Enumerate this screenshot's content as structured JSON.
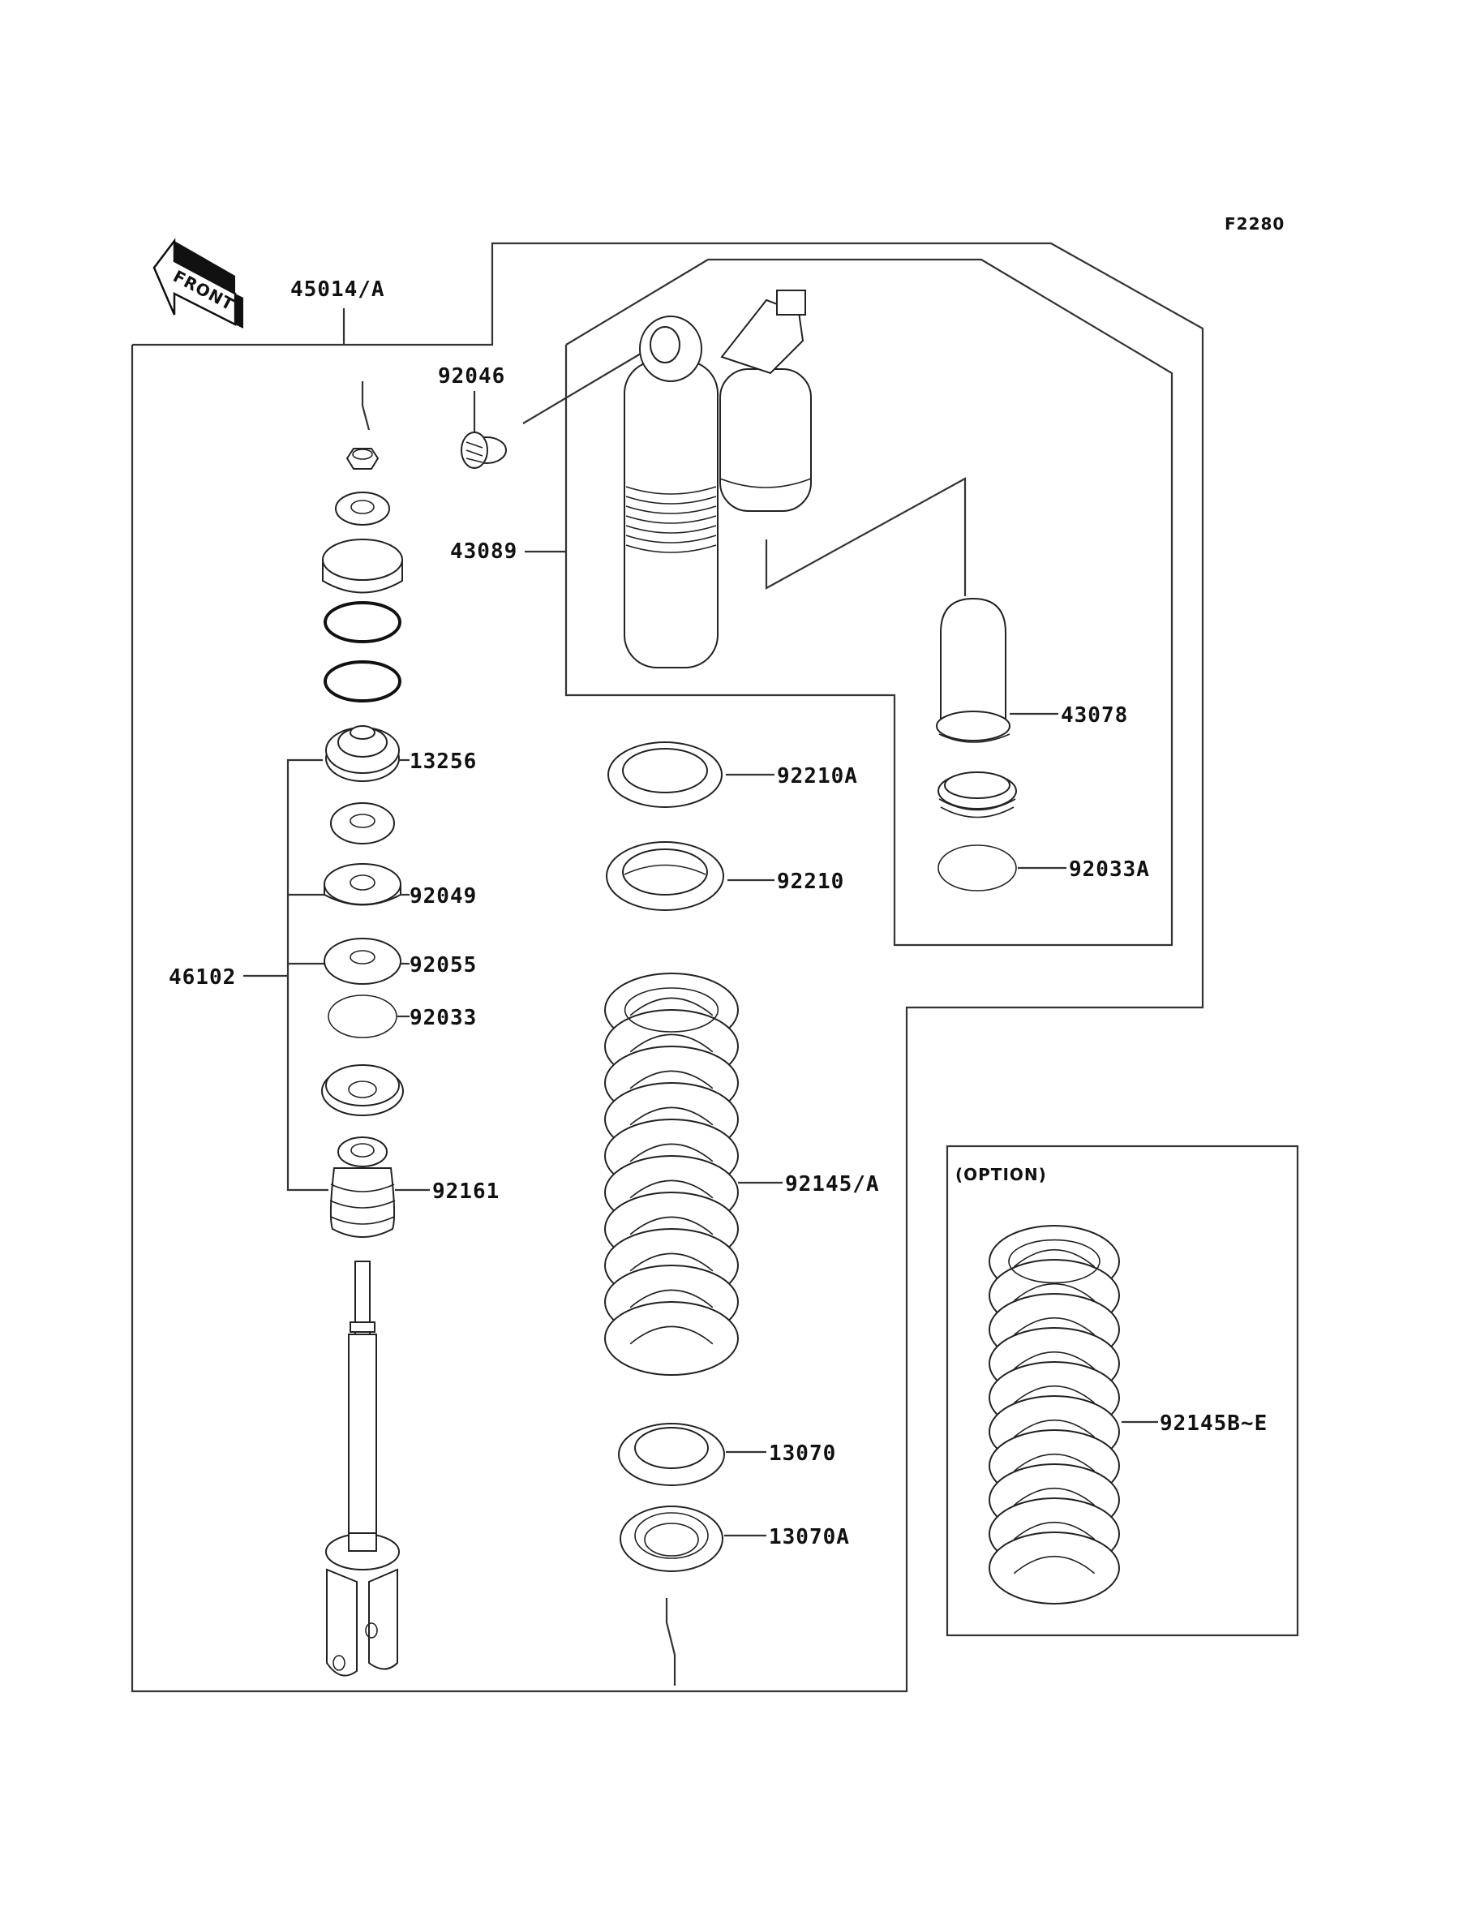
{
  "figure_code": "F2280",
  "front_arrow_text": "FRONT",
  "labels": {
    "assembly": "45014/A",
    "p92046": "92046",
    "p43089": "43089",
    "p43078": "43078",
    "p13256": "13256",
    "p92210A": "92210A",
    "p92210": "92210",
    "p92033A": "92033A",
    "p92049": "92049",
    "p46102": "46102",
    "p92055": "92055",
    "p92033": "92033",
    "p92161": "92161",
    "p92145A": "92145/A",
    "p13070": "13070",
    "p13070A": "13070A",
    "p92145BE": "92145B~E"
  },
  "option_box": {
    "title": "(OPTION)"
  }
}
